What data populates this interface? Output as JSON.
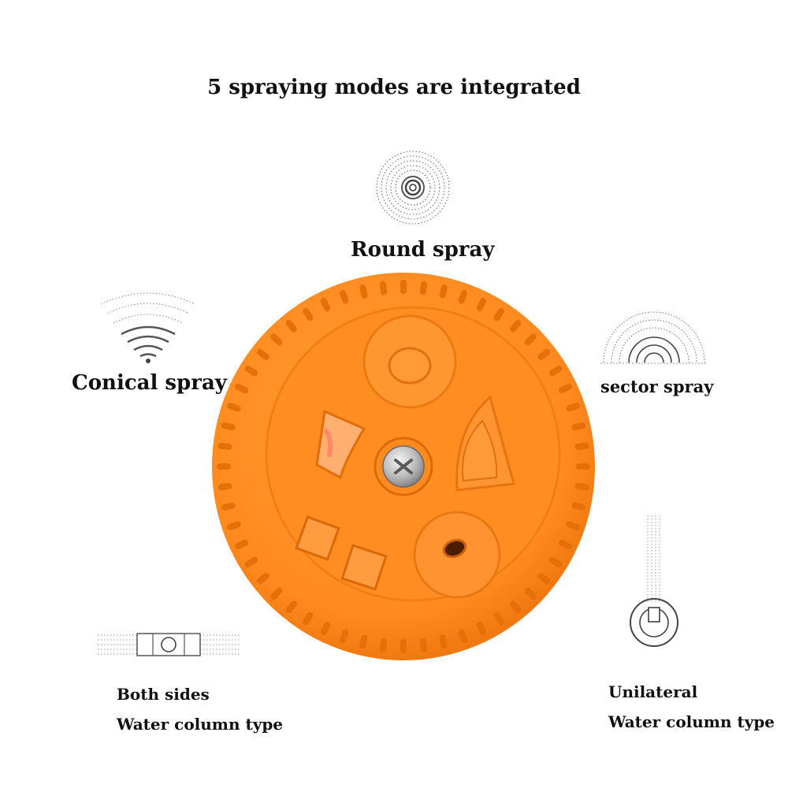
{
  "headline": "5 spraying modes are integrated",
  "modes": {
    "round": {
      "label": "Round spray",
      "icon": "round-spray-icon"
    },
    "conical": {
      "label": "Conical spray",
      "icon": "conical-spray-icon"
    },
    "sector": {
      "label": "sector spray",
      "icon": "sector-spray-icon"
    },
    "both_sides": {
      "line1": "Both sides",
      "line2": "Water column type",
      "icon": "both-sides-spray-icon"
    },
    "unilateral": {
      "line1": "Unilateral",
      "line2": "Water column type",
      "icon": "unilateral-spray-icon"
    }
  },
  "product": {
    "icon": "spray-nozzle-dial",
    "body_color": "#ff8a1f",
    "screw_color": "#b9b9b9"
  }
}
